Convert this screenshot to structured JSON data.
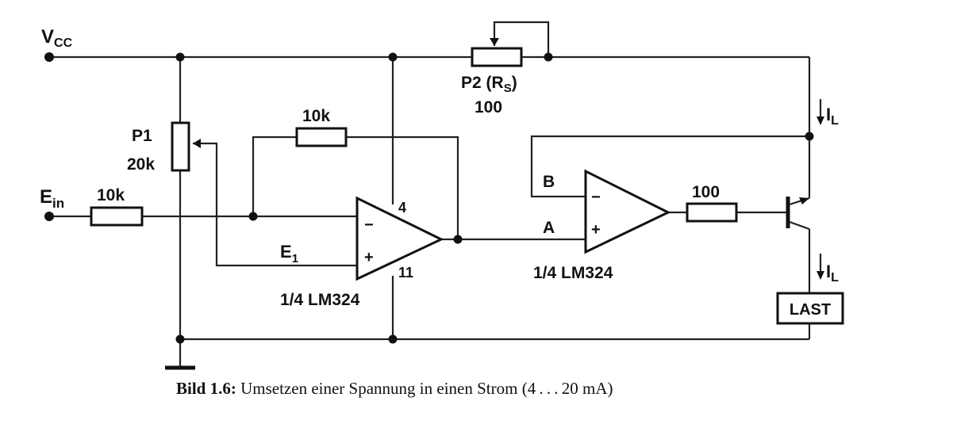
{
  "labels": {
    "vcc_main": "V",
    "vcc_sub": "CC",
    "ein_main": "E",
    "ein_sub": "in",
    "r_in": "10k",
    "p1_name": "P1",
    "p1_value": "20k",
    "r_fb": "10k",
    "e1_main": "E",
    "e1_sub": "1",
    "pin4": "4",
    "pin11": "11",
    "opamp1": "1/4 LM324",
    "minus1": "−",
    "plus1": "+",
    "p2_pre": "P2 (R",
    "p2_sub": "S",
    "p2_post": ")",
    "p2_value": "100",
    "node_b": "B",
    "node_a": "A",
    "minus2": "−",
    "plus2": "+",
    "opamp2": "1/4 LM324",
    "r_out": "100",
    "il_top_main": "I",
    "il_top_sub": "L",
    "il_bot_main": "I",
    "il_bot_sub": "L",
    "load": "LAST"
  },
  "caption": {
    "prefix": "Bild 1.6:",
    "text": " Umsetzen einer Spannung in einen Strom (4 . . . 20 mA)"
  }
}
